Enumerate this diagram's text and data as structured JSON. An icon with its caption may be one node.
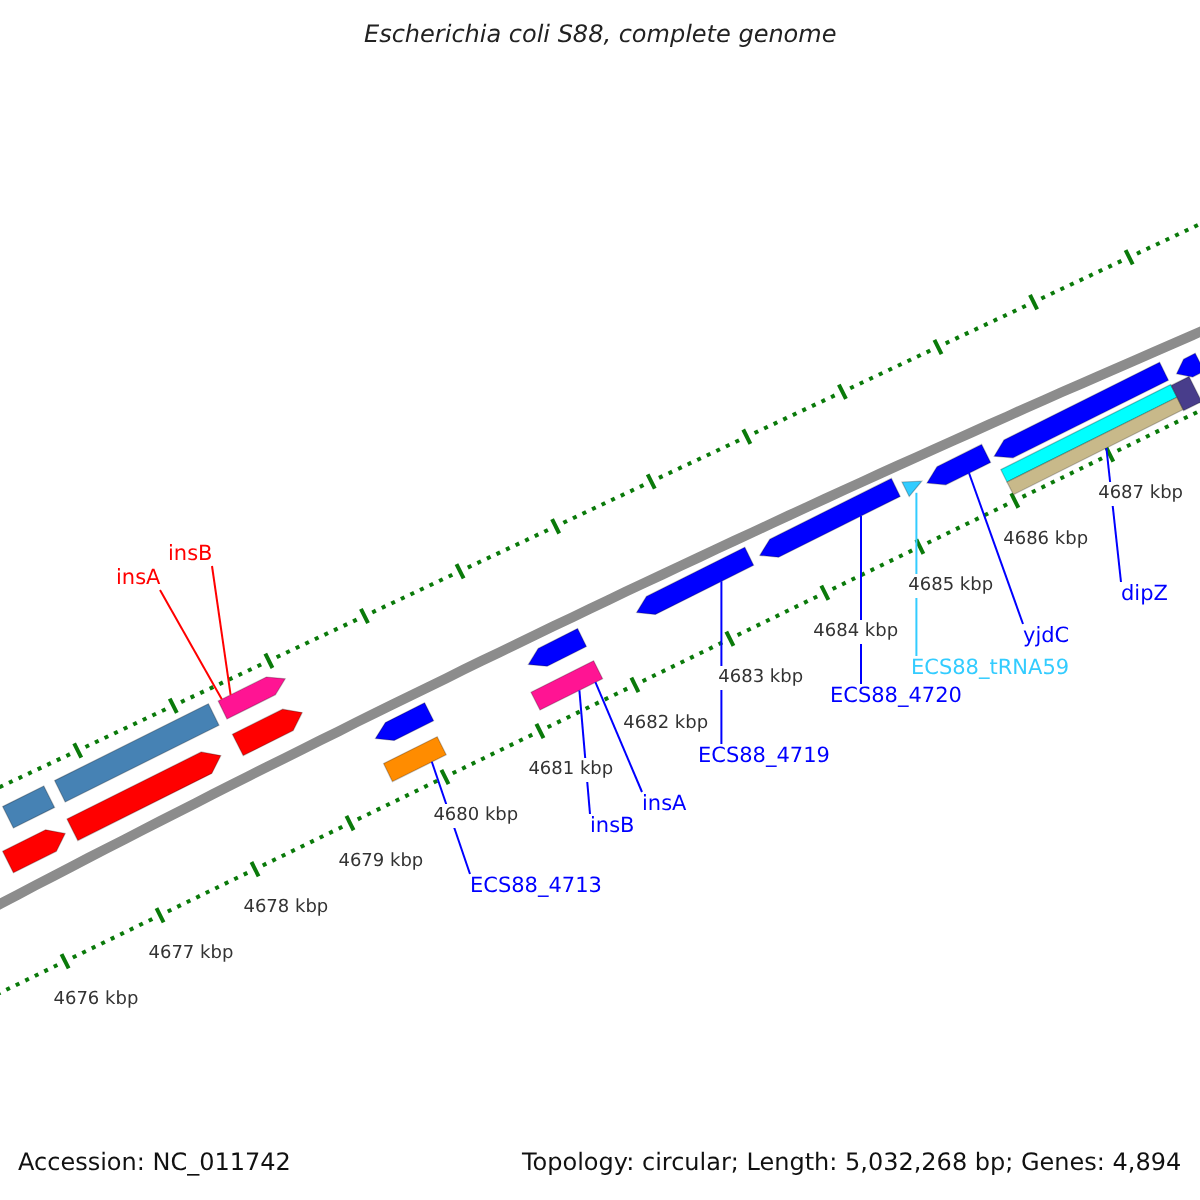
{
  "diagram": {
    "title": "Escherichia coli S88, complete genome",
    "nodes": [
      {
        "text": [
          "insB"
        ]
      },
      {
        "text": [
          "insA"
        ]
      },
      {
        "text": [],
        "shape": "arrow"
      },
      {
        "text": [],
        "shape": "box"
      },
      {
        "text": [],
        "shape": "box"
      },
      {
        "text": [],
        "shape": "arrow"
      },
      {
        "text": [],
        "shape": "arrow"
      },
      {
        "text": [],
        "shape": "triangle"
      },
      {
        "text": [],
        "shape": "arrow"
      },
      {
        "text": [],
        "shape": "bar"
      },
      {
        "text": [
          "ECS88_4713"
        ]
      },
      {
        "text": [
          "insB"
        ]
      },
      {
        "text": [
          "insA"
        ]
      },
      {
        "text": [
          "ECS88_4719"
        ]
      },
      {
        "text": [
          "ECS88_4720"
        ]
      },
      {
        "text": [
          "ECS88_tRNA59"
        ]
      },
      {
        "text": [
          "yjdC"
        ]
      },
      {
        "text": [
          "dipZ"
        ]
      },
      {
        "text": [],
        "shape": "bar"
      },
      {
        "text": [],
        "shape": "bar"
      },
      {
        "text": [],
        "shape": "arrow"
      },
      {
        "text": [],
        "shape": "arrow"
      },
      {
        "text": [],
        "shape": "arrow"
      },
      {
        "text": [],
        "shape": "arrow"
      },
      {
        "text": [],
        "shape": "arrow"
      },
      {
        "text": [],
        "shape": "arrow"
      },
      {
        "text": [],
        "shape": "arrow"
      },
      {
        "text": [],
        "shape": "bar"
      },
      {
        "text": [],
        "shape": "box"
      }
    ],
    "edges": [
      {
        "from": 0,
        "to": 2,
        "arrow": "none",
        "color": "#ff0000"
      },
      {
        "from": 1,
        "to": 2,
        "arrow": "none",
        "color": "#ff0000"
      },
      {
        "from": 10,
        "to": 3,
        "arrow": "none"
      },
      {
        "from": 11,
        "to": 4,
        "arrow": "none"
      },
      {
        "from": 12,
        "to": 4,
        "arrow": "none"
      },
      {
        "from": 13,
        "to": 5,
        "arrow": "none"
      },
      {
        "from": 14,
        "to": 6,
        "arrow": "none"
      },
      {
        "from": 15,
        "to": 7,
        "arrow": "none",
        "color": "#33ccff"
      },
      {
        "from": 16,
        "to": 8,
        "arrow": "none"
      },
      {
        "from": 17,
        "to": 9,
        "arrow": "none"
      }
    ],
    "labels": [
      "4676 kbp",
      "4677 kbp",
      "4678 kbp",
      "4679 kbp",
      "4680 kbp",
      "4681 kbp",
      "4682 kbp",
      "4683 kbp",
      "4684 kbp",
      "4685 kbp",
      "4686 kbp",
      "4687 kbp",
      "Accession: NC_011742",
      "Topology: circular; Length: 5,032,268 bp; Genes: 4,894"
    ]
  }
}
